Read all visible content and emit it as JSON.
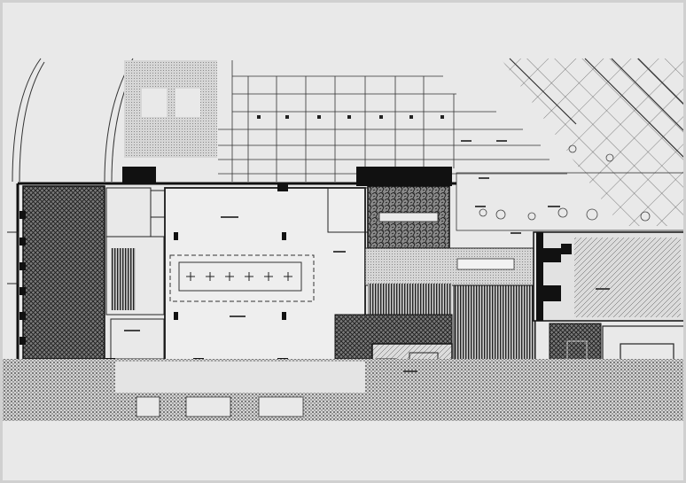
{
  "drawing": {
    "type": "architectural floor plan",
    "palette": {
      "paper": "#e9e9e9",
      "linework": "#2b2b2b",
      "poche": "#111111",
      "hatch_fill": "#d9d9d9",
      "shadow": "#bdbdbd"
    },
    "hatch_patterns": [
      "crosshatch",
      "dots",
      "vertical-stripes",
      "stone",
      "diagonal-grid"
    ],
    "room_labels": []
  }
}
